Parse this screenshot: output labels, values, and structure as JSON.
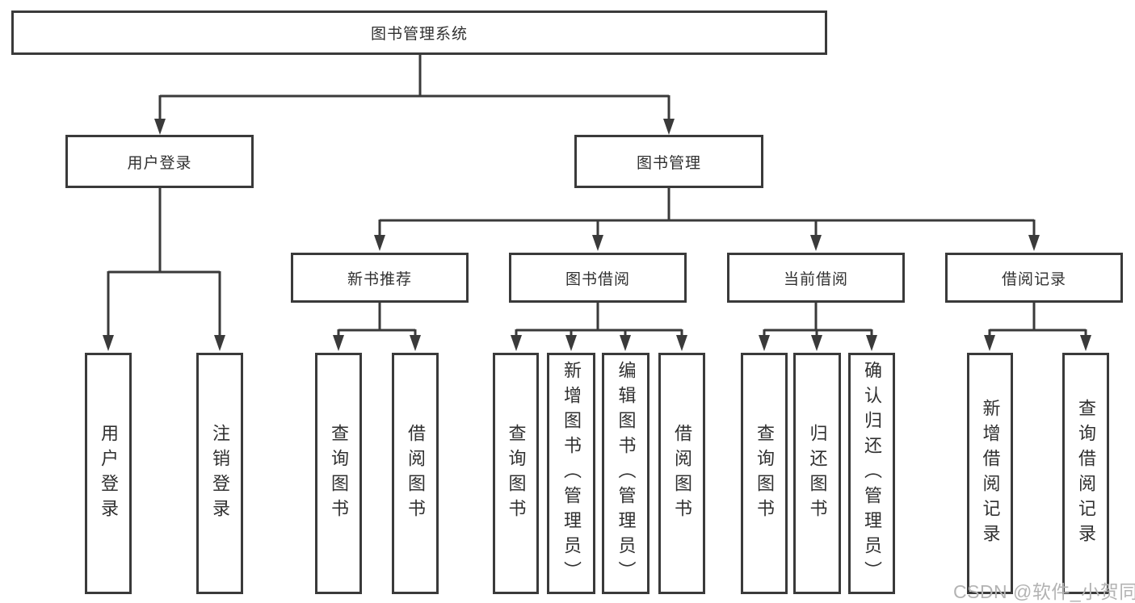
{
  "diagram": {
    "type": "hierarchy-structure-diagram",
    "colors": {
      "line": "#3a3a3a",
      "box_border": "#3a3a3a",
      "text": "#303030",
      "background": "#ffffff",
      "watermark": "#b3b3b3"
    },
    "tree": {
      "label": "图书管理系统",
      "children": [
        {
          "label": "用户登录",
          "children": [
            {
              "label": "用户登录"
            },
            {
              "label": "注销登录"
            }
          ]
        },
        {
          "label": "图书管理",
          "children": [
            {
              "label": "新书推荐",
              "children": [
                {
                  "label": "查询图书"
                },
                {
                  "label": "借阅图书"
                }
              ]
            },
            {
              "label": "图书借阅",
              "children": [
                {
                  "label": "查询图书"
                },
                {
                  "label": "新增图书（管理员）"
                },
                {
                  "label": "编辑图书（管理员）"
                },
                {
                  "label": "借阅图书"
                }
              ]
            },
            {
              "label": "当前借阅",
              "children": [
                {
                  "label": "查询图书"
                },
                {
                  "label": "归还图书"
                },
                {
                  "label": "确认归还（管理员）"
                }
              ]
            },
            {
              "label": "借阅记录",
              "children": [
                {
                  "label": "新增借阅记录"
                },
                {
                  "label": "查询借阅记录"
                }
              ]
            }
          ]
        }
      ]
    },
    "watermark": "CSDN @软件_小贺同学"
  }
}
